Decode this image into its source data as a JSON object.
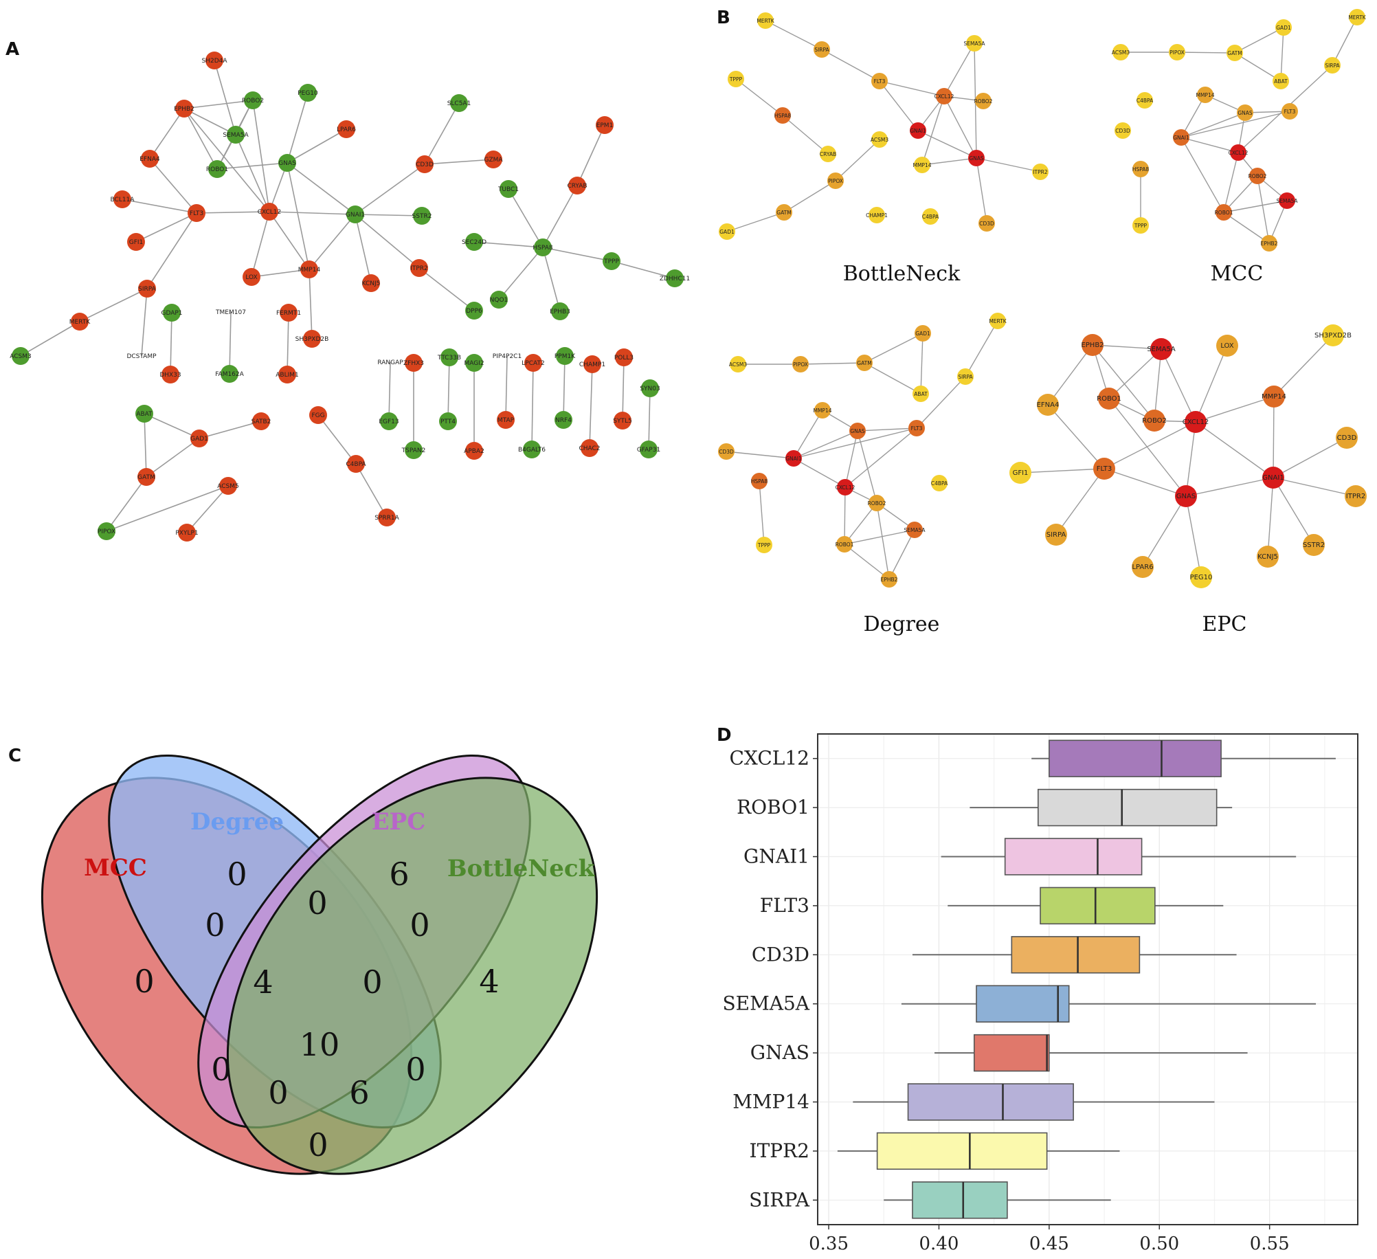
{
  "panels": {
    "A": "A",
    "B": "B",
    "C": "C",
    "D": "D"
  },
  "colors": {
    "red_node": "#d8431c",
    "green_node": "#4e9c2e",
    "edge": "#9a9a9a",
    "yellow": "#f2cc2c",
    "orange": "#e08a27",
    "deep": "#d91c1c"
  },
  "panel_a": {
    "nodes": [
      {
        "id": "SH2D4A",
        "c": "r"
      },
      {
        "id": "EPHB2",
        "c": "r"
      },
      {
        "id": "ROBO2",
        "c": "g"
      },
      {
        "id": "PEG10",
        "c": "g"
      },
      {
        "id": "SEMA5A",
        "c": "g"
      },
      {
        "id": "ROBO1",
        "c": "g"
      },
      {
        "id": "EFNA4",
        "c": "r"
      },
      {
        "id": "LPAR6",
        "c": "r"
      },
      {
        "id": "GNAS",
        "c": "g"
      },
      {
        "id": "SLC5A1",
        "c": "g"
      },
      {
        "id": "EPM1",
        "c": "r"
      },
      {
        "id": "CD3D",
        "c": "r"
      },
      {
        "id": "GZMA",
        "c": "r"
      },
      {
        "id": "CRYAB",
        "c": "r"
      },
      {
        "id": "BCL11A",
        "c": "r"
      },
      {
        "id": "FLT3",
        "c": "r"
      },
      {
        "id": "CXCL12",
        "c": "r"
      },
      {
        "id": "GNAI1",
        "c": "g"
      },
      {
        "id": "SSTR2",
        "c": "g"
      },
      {
        "id": "TUBC1",
        "c": "g"
      },
      {
        "id": "GFI1",
        "c": "r"
      },
      {
        "id": "SEC24D",
        "c": "g"
      },
      {
        "id": "HSPA8",
        "c": "g"
      },
      {
        "id": "TPPP",
        "c": "g"
      },
      {
        "id": "ZDHHC11",
        "c": "g"
      },
      {
        "id": "LOX",
        "c": "r"
      },
      {
        "id": "MMP14",
        "c": "r"
      },
      {
        "id": "KCNJ5",
        "c": "r"
      },
      {
        "id": "ITPR2",
        "c": "r"
      },
      {
        "id": "SIRPA",
        "c": "r"
      },
      {
        "id": "DPP6",
        "c": "g"
      },
      {
        "id": "NQO1",
        "c": "g"
      },
      {
        "id": "EPHB3",
        "c": "g"
      },
      {
        "id": "MERTK",
        "c": "r"
      },
      {
        "id": "GDAP1",
        "c": "g"
      },
      {
        "id": "TMEM107",
        "l": 1
      },
      {
        "id": "FERMT1",
        "c": "r"
      },
      {
        "id": "SH3PXD2B",
        "c": "r"
      },
      {
        "id": "DCSTAMP",
        "l": 1
      },
      {
        "id": "DHX33",
        "c": "r"
      },
      {
        "id": "FAM162A",
        "c": "g"
      },
      {
        "id": "ABLIM1",
        "c": "r"
      },
      {
        "id": "ACSM3",
        "c": "g"
      },
      {
        "id": "RANGAP",
        "l": 1
      },
      {
        "id": "ZFHX3",
        "c": "r"
      },
      {
        "id": "TTC33B",
        "c": "g"
      },
      {
        "id": "MAGI2",
        "c": "g"
      },
      {
        "id": "PIP4P2C1",
        "l": 1
      },
      {
        "id": "LPCAT2",
        "c": "r"
      },
      {
        "id": "PPM1K",
        "c": "g"
      },
      {
        "id": "CHAMP1",
        "c": "r"
      },
      {
        "id": "POLL3",
        "c": "r"
      },
      {
        "id": "SYN03",
        "c": "g"
      },
      {
        "id": "EGF13",
        "c": "g"
      },
      {
        "id": "TSPAN2",
        "c": "g"
      },
      {
        "id": "PTT4",
        "c": "g"
      },
      {
        "id": "APBA2",
        "c": "r"
      },
      {
        "id": "MTAP",
        "c": "r"
      },
      {
        "id": "B4GALT6",
        "c": "g"
      },
      {
        "id": "NRF4",
        "c": "g"
      },
      {
        "id": "CHAC2",
        "c": "r"
      },
      {
        "id": "SYTL5",
        "c": "r"
      },
      {
        "id": "GFAP31",
        "c": "g"
      },
      {
        "id": "ABAT",
        "c": "g"
      },
      {
        "id": "GAD1",
        "c": "r"
      },
      {
        "id": "SATB2",
        "c": "r"
      },
      {
        "id": "GATM",
        "c": "r"
      },
      {
        "id": "ACSM5",
        "c": "r"
      },
      {
        "id": "PIPOX",
        "c": "g"
      },
      {
        "id": "PXYLP1",
        "c": "r"
      },
      {
        "id": "FGG",
        "c": "r"
      },
      {
        "id": "C4BPA",
        "c": "r"
      },
      {
        "id": "SPRR1A",
        "c": "r"
      }
    ]
  },
  "panel_b": {
    "titles": [
      "BottleNeck",
      "MCC",
      "Degree",
      "EPC"
    ],
    "bottleneck_nodes": [
      {
        "id": "MERTK",
        "t": 0
      },
      {
        "id": "SIRPA",
        "t": 1
      },
      {
        "id": "SEMA5A",
        "t": 0
      },
      {
        "id": "TPPP",
        "t": 0
      },
      {
        "id": "FLT3",
        "t": 1
      },
      {
        "id": "CXCL12",
        "t": 2
      },
      {
        "id": "ROBO2",
        "t": 1
      },
      {
        "id": "HSPA8",
        "t": 2
      },
      {
        "id": "GNAI1",
        "t": 3
      },
      {
        "id": "ACSM3",
        "t": 0
      },
      {
        "id": "GNAS",
        "t": 3
      },
      {
        "id": "CRYAB",
        "t": 0
      },
      {
        "id": "MMP14",
        "t": 0
      },
      {
        "id": "ITPR2",
        "t": 0
      },
      {
        "id": "PIPOX",
        "t": 1
      },
      {
        "id": "GATM",
        "t": 1
      },
      {
        "id": "CHAMP1",
        "t": 0
      },
      {
        "id": "C4BPA",
        "t": 0
      },
      {
        "id": "CD3D",
        "t": 1
      },
      {
        "id": "GAD1",
        "t": 0
      }
    ],
    "mcc_nodes": [
      {
        "id": "MERTK",
        "t": 0
      },
      {
        "id": "ACSM3",
        "t": 0
      },
      {
        "id": "PIPOX",
        "t": 0
      },
      {
        "id": "GATM",
        "t": 0
      },
      {
        "id": "GAD1",
        "t": 0
      },
      {
        "id": "SIRPA",
        "t": 0
      },
      {
        "id": "ABAT",
        "t": 0
      },
      {
        "id": "C4BPA",
        "t": 0
      },
      {
        "id": "MMP14",
        "t": 1
      },
      {
        "id": "GNAS",
        "t": 1
      },
      {
        "id": "FLT3",
        "t": 1
      },
      {
        "id": "CD3D",
        "t": 0
      },
      {
        "id": "GNAI1",
        "t": 2
      },
      {
        "id": "CXCL12",
        "t": 3
      },
      {
        "id": "HSPA8",
        "t": 1
      },
      {
        "id": "ROBO2",
        "t": 2
      },
      {
        "id": "TPPP",
        "t": 0
      },
      {
        "id": "ROBO1",
        "t": 2
      },
      {
        "id": "SEMA5A",
        "t": 3
      },
      {
        "id": "EPHB2",
        "t": 1
      }
    ],
    "degree_nodes": [
      {
        "id": "MERTK",
        "t": 0
      },
      {
        "id": "GAD1",
        "t": 1
      },
      {
        "id": "ACSM3",
        "t": 0
      },
      {
        "id": "PIPOX",
        "t": 1
      },
      {
        "id": "GATM",
        "t": 1
      },
      {
        "id": "SIRPA",
        "t": 0
      },
      {
        "id": "ABAT",
        "t": 0
      },
      {
        "id": "MMP14",
        "t": 1
      },
      {
        "id": "GNAS",
        "t": 2
      },
      {
        "id": "FLT3",
        "t": 2
      },
      {
        "id": "CD3D",
        "t": 1
      },
      {
        "id": "GNAI1",
        "t": 3
      },
      {
        "id": "C4BPA",
        "t": 0
      },
      {
        "id": "HSPA8",
        "t": 2
      },
      {
        "id": "CXCL12",
        "t": 3
      },
      {
        "id": "ROBO2",
        "t": 1
      },
      {
        "id": "SEMA5A",
        "t": 2
      },
      {
        "id": "TPPP",
        "t": 0
      },
      {
        "id": "ROBO1",
        "t": 1
      },
      {
        "id": "EPHB2",
        "t": 1
      }
    ],
    "epc_nodes": [
      {
        "id": "EPHB2",
        "t": 2
      },
      {
        "id": "SEMA5A",
        "t": 3
      },
      {
        "id": "LOX",
        "t": 1
      },
      {
        "id": "SH3PXD2B",
        "t": 0
      },
      {
        "id": "EFNA4",
        "t": 1
      },
      {
        "id": "ROBO1",
        "t": 2
      },
      {
        "id": "MMP14",
        "t": 2
      },
      {
        "id": "ROBO2",
        "t": 2
      },
      {
        "id": "CXCL12",
        "t": 3
      },
      {
        "id": "CD3D",
        "t": 1
      },
      {
        "id": "GFI1",
        "t": 0
      },
      {
        "id": "FLT3",
        "t": 2
      },
      {
        "id": "GNAI1",
        "t": 3
      },
      {
        "id": "GNAS",
        "t": 3
      },
      {
        "id": "ITPR2",
        "t": 1
      },
      {
        "id": "SIRPA",
        "t": 1
      },
      {
        "id": "SSTR2",
        "t": 1
      },
      {
        "id": "KCNJ5",
        "t": 1
      },
      {
        "id": "LPAR6",
        "t": 1
      },
      {
        "id": "PEG10",
        "t": 0
      }
    ]
  },
  "venn": {
    "sets": [
      {
        "name": "MCC",
        "color": "#cc1111"
      },
      {
        "name": "Degree",
        "color": "#6a9cf0"
      },
      {
        "name": "EPC",
        "color": "#b865c9"
      },
      {
        "name": "BottleNeck",
        "color": "#4e8a2e"
      }
    ],
    "regions": [
      {
        "sets": "MCC",
        "value": "0"
      },
      {
        "sets": "Degree",
        "value": "0"
      },
      {
        "sets": "EPC",
        "value": "6"
      },
      {
        "sets": "BottleNeck",
        "value": "4"
      },
      {
        "sets": "MCC & Degree",
        "value": "0"
      },
      {
        "sets": "Degree & EPC",
        "value": "0"
      },
      {
        "sets": "EPC & BottleNeck",
        "value": "0"
      },
      {
        "sets": "MCC & Degree & EPC",
        "value": "4"
      },
      {
        "sets": "Degree & EPC & BottleNeck",
        "value": "0"
      },
      {
        "sets": "MCC & EPC",
        "value": "0"
      },
      {
        "sets": "MCC & Degree & EPC & BottleNeck",
        "value": "10"
      },
      {
        "sets": "Degree & BottleNeck",
        "value": "0"
      },
      {
        "sets": "MCC & EPC & BottleNeck",
        "value": "0"
      },
      {
        "sets": "MCC & Degree & BottleNeck",
        "value": "6"
      },
      {
        "sets": "MCC & BottleNeck",
        "value": "0"
      }
    ]
  },
  "chart_data": {
    "type": "boxplot",
    "orientation": "horizontal",
    "xlim": [
      0.345,
      0.59
    ],
    "xticks": [
      "0.35",
      "0.40",
      "0.45",
      "0.50",
      "0.55"
    ],
    "grid": true,
    "categories": [
      "CXCL12",
      "ROBO1",
      "GNAI1",
      "FLT3",
      "CD3D",
      "SEMA5A",
      "GNAS",
      "MMP14",
      "ITPR2",
      "SIRPA"
    ],
    "boxes": [
      {
        "name": "CXCL12",
        "min": 0.442,
        "q1": 0.45,
        "median": 0.501,
        "q3": 0.528,
        "max": 0.58,
        "color": "#a57aba"
      },
      {
        "name": "ROBO1",
        "min": 0.414,
        "q1": 0.445,
        "median": 0.483,
        "q3": 0.526,
        "max": 0.533,
        "color": "#d9d9d9"
      },
      {
        "name": "GNAI1",
        "min": 0.401,
        "q1": 0.43,
        "median": 0.472,
        "q3": 0.492,
        "max": 0.562,
        "color": "#eec4e1"
      },
      {
        "name": "FLT3",
        "min": 0.404,
        "q1": 0.446,
        "median": 0.471,
        "q3": 0.498,
        "max": 0.529,
        "color": "#b8d46a"
      },
      {
        "name": "CD3D",
        "min": 0.388,
        "q1": 0.433,
        "median": 0.463,
        "q3": 0.491,
        "max": 0.535,
        "color": "#ebb060"
      },
      {
        "name": "SEMA5A",
        "min": 0.383,
        "q1": 0.417,
        "median": 0.454,
        "q3": 0.459,
        "max": 0.571,
        "color": "#8db0d6"
      },
      {
        "name": "GNAS",
        "min": 0.398,
        "q1": 0.416,
        "median": 0.449,
        "q3": 0.45,
        "max": 0.54,
        "color": "#e0786b"
      },
      {
        "name": "MMP14",
        "min": 0.361,
        "q1": 0.386,
        "median": 0.429,
        "q3": 0.461,
        "max": 0.525,
        "color": "#b6b1d8"
      },
      {
        "name": "ITPR2",
        "min": 0.354,
        "q1": 0.372,
        "median": 0.414,
        "q3": 0.449,
        "max": 0.482,
        "color": "#fbf9ad"
      },
      {
        "name": "SIRPA",
        "min": 0.375,
        "q1": 0.388,
        "median": 0.411,
        "q3": 0.431,
        "max": 0.478,
        "color": "#99d0c0"
      }
    ]
  }
}
